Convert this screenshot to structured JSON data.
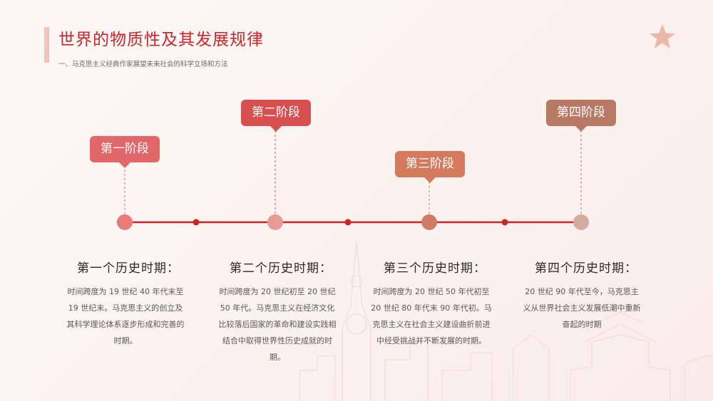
{
  "header": {
    "title": "世界的物质性及其发展规律",
    "subtitle": "一、马克思主义经典作家展望未来社会的科学立场和方法"
  },
  "colors": {
    "title": "#c8262b",
    "line": "#c8262b",
    "stage1": "#e3676a",
    "stage2": "#d84f50",
    "stage3": "#d37a5f",
    "stage4": "#b97863"
  },
  "stages": [
    {
      "label": "第一阶段",
      "heading": "第一个历史时期：",
      "text": "时间跨度为 19 世纪 40 年代末至 19 世纪末。马克思主义的创立及其科学理论体系逐步形成和完善的时期。"
    },
    {
      "label": "第二阶段",
      "heading": "第二个历史时期：",
      "text": "时间跨度为 20 世纪初至 20 世纪 50 年代。马克思主义在经济文化比较落后国家的革命和建设实践相结合中取得世界性历史成就的时期。"
    },
    {
      "label": "第三阶段",
      "heading": "第三个历史时期：",
      "text": "时间跨度为 20 世纪 50 年代初至 20 世纪 80 年代末 90 年代初。马克思主义在社会主义建设曲折前进中经受挑战并不断发展的时期。"
    },
    {
      "label": "第四阶段",
      "heading": "第四个历史时期：",
      "text": "20 世纪 90 年代至今，马克思主义从世界社会主义发展低潮中重新奋起的时期"
    }
  ]
}
